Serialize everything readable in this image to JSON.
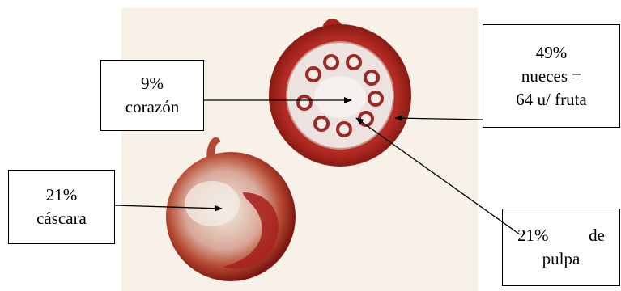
{
  "labels": {
    "nueces": [
      "49%",
      "nueces =",
      "64 u/ fruta"
    ],
    "corazon": [
      "9%",
      "corazón"
    ],
    "cascara": [
      "21%",
      "cáscara"
    ],
    "pulpa": [
      "21%  de",
      "pulpa"
    ]
  },
  "colors": {
    "rind": "#a8241f",
    "rind_dark": "#7e1712",
    "pulp": "#ece3e0",
    "nut_ring": "#9c2a22",
    "nut_center": "#f4ece8",
    "background_paper": "#f7f1e8"
  }
}
